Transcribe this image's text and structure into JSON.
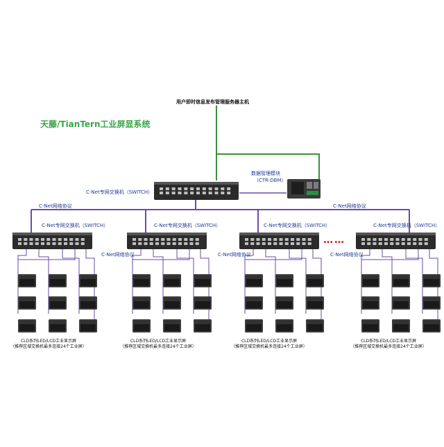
{
  "title": "天藤/TianTern工业屏显系统",
  "server": {
    "label": "用户即时信息发布管理服务器主机"
  },
  "dbm": {
    "label1": "数据管理模块",
    "label2": "（CTR-DBM）"
  },
  "core_switch": {
    "label": "C-Net专网交换机（SWITCH）"
  },
  "network_link": {
    "label": "C-Net网络协议"
  },
  "groups": [
    {
      "switch_label": "C-Net专网交换机（SWITCH）",
      "link_label": "C-Net网络协议",
      "caption1": "CLD系列LED/LCD工业显示屏",
      "caption2": "（推荐区域交换机最多连接24个工业屏）"
    },
    {
      "switch_label": "C-Net专网交换机（SWITCH）",
      "link_label": "C-Net网络协议",
      "caption1": "CLD系列LED/LCD工业显示屏",
      "caption2": "（推荐区域交换机最多连接24个工业屏）"
    },
    {
      "switch_label": "C-Net专网交换机（SWITCH）",
      "link_label": "C-Net网络协议",
      "caption1": "CLD系列LED/LCD工业显示屏",
      "caption2": "（推荐区域交换机最多连接24个工业屏）"
    },
    {
      "switch_label": "C-Net专网交换机（SWITCH）",
      "link_label": "C-Net网络协议",
      "caption1": "CLD系列LED/LCD工业显示屏",
      "caption2": "（推荐区域交换机最多连接24个工业屏）"
    }
  ],
  "ellipsis": "……",
  "colors": {
    "green_link": "#3a8f3a",
    "purple_link": "#6b4aa8",
    "title_green": "#3aa54a",
    "label_blue": "#1f3a8f"
  }
}
